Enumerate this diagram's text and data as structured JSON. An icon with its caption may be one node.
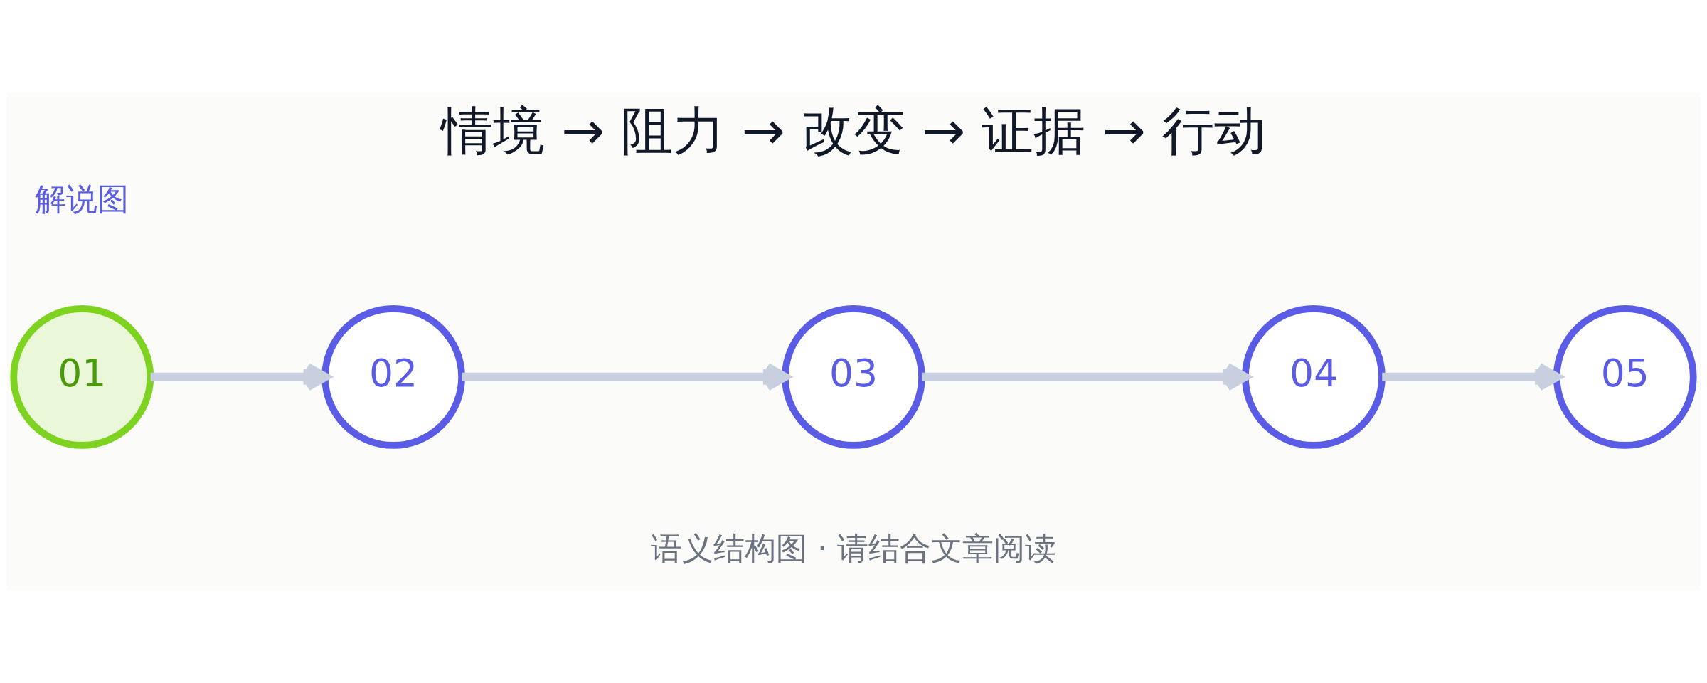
{
  "diagram": {
    "title": "情境 → 阻力 → 改变 → 证据 → 行动",
    "caption": "语义结构图 · 请结合文章阅读",
    "nodes": [
      {
        "text": [
          "01"
        ]
      },
      {
        "text": [
          "02"
        ]
      },
      {
        "text": [
          "03"
        ]
      },
      {
        "text": [
          "04"
        ]
      },
      {
        "text": [
          "05"
        ]
      }
    ],
    "edges": [
      {
        "from": 0,
        "to": 1,
        "arrow": "to"
      },
      {
        "from": 1,
        "to": 2,
        "arrow": "to"
      },
      {
        "from": 2,
        "to": 3,
        "arrow": "to"
      },
      {
        "from": 3,
        "to": 4,
        "arrow": "to"
      }
    ],
    "labels": [
      "解说图"
    ]
  }
}
